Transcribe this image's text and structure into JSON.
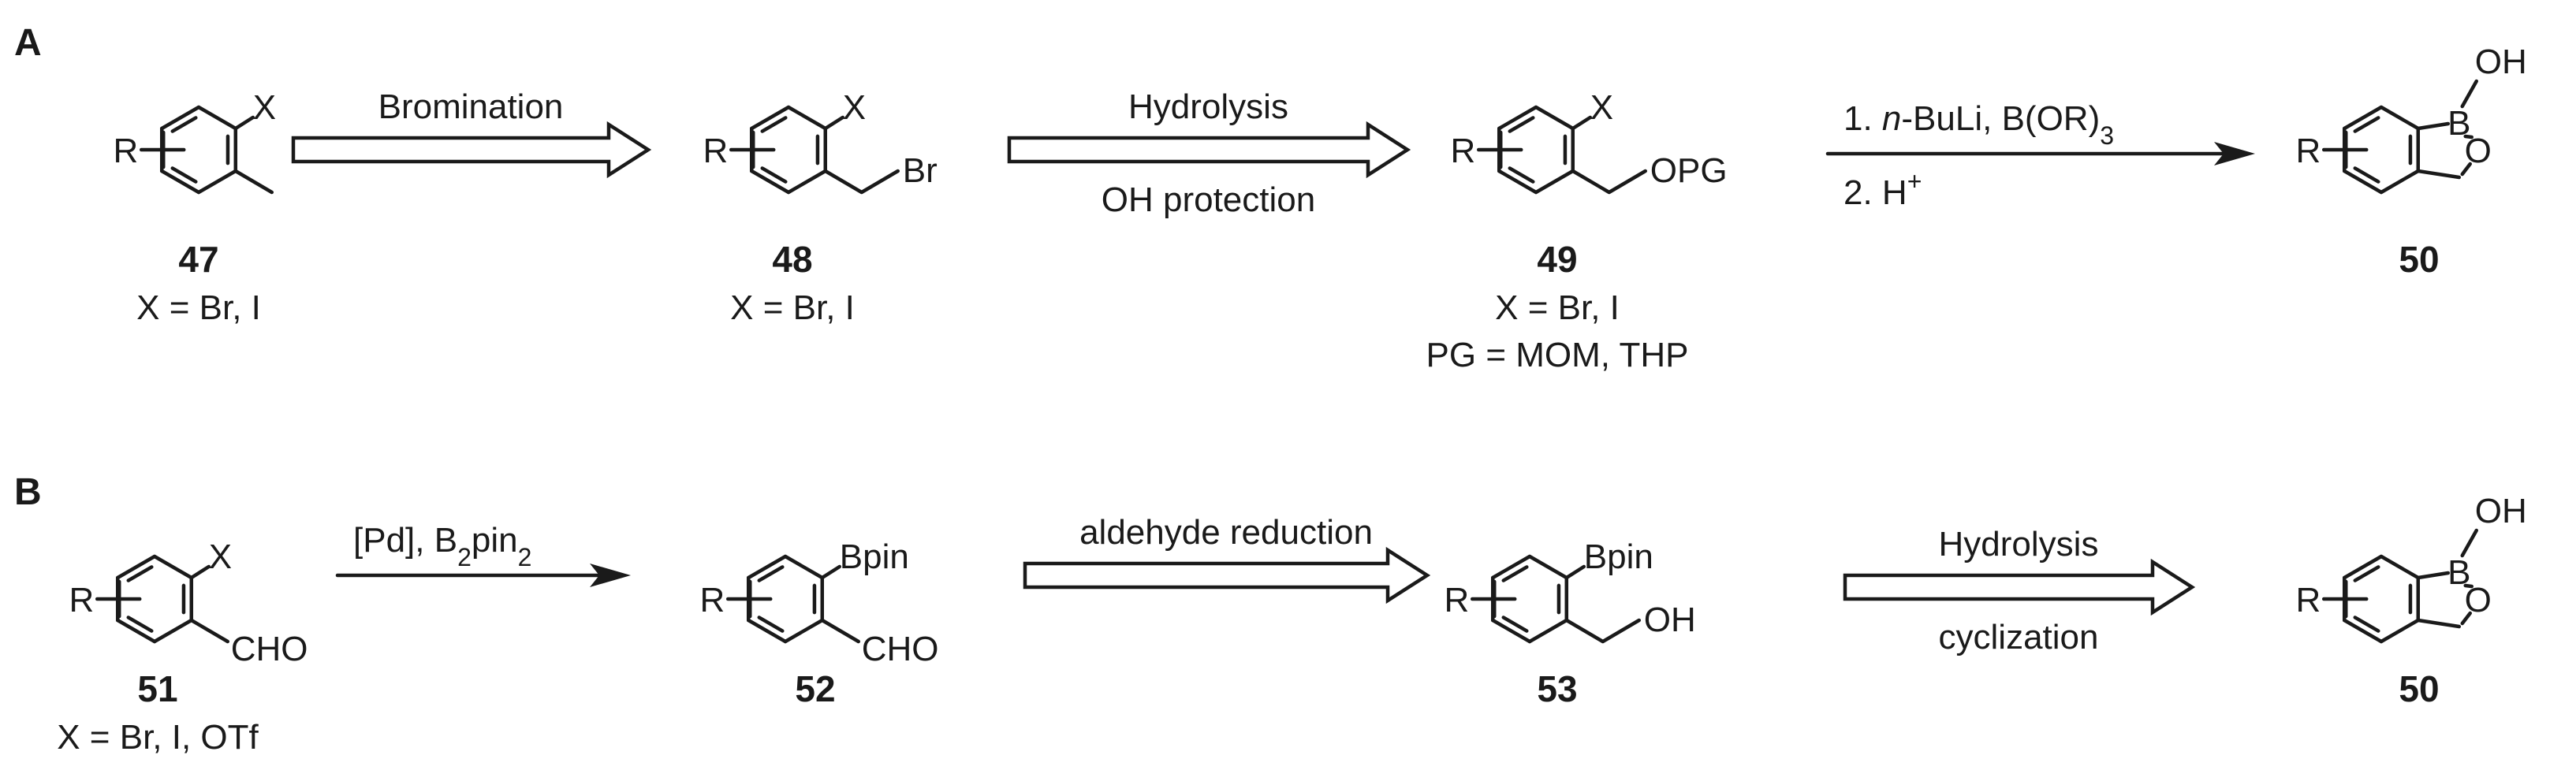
{
  "panels": [
    {
      "id": "A",
      "label": "A",
      "compounds": [
        {
          "number": "47",
          "caption_lines": [
            "X = Br, I"
          ],
          "atoms": {
            "x": "X",
            "r": "R",
            "sub": ""
          }
        },
        {
          "number": "48",
          "caption_lines": [
            "X = Br, I"
          ],
          "atoms": {
            "x": "X",
            "r": "R",
            "sub": "Br"
          }
        },
        {
          "number": "49",
          "caption_lines": [
            "X = Br, I",
            "PG = MOM, THP"
          ],
          "atoms": {
            "x": "X",
            "r": "R",
            "sub": "OPG"
          }
        },
        {
          "number": "50",
          "caption_lines": [],
          "atoms": {
            "r": "R",
            "b": "B",
            "o": "O",
            "oh": "OH"
          }
        }
      ],
      "arrows": [
        {
          "style": "hollow",
          "above": "Bromination",
          "below": ""
        },
        {
          "style": "hollow",
          "above": "Hydrolysis",
          "below": "OH protection"
        },
        {
          "style": "line",
          "above_parts": [
            {
              "t": "1. ",
              "style": "normal"
            },
            {
              "t": "n",
              "style": "italic"
            },
            {
              "t": "-BuLi, B(OR)",
              "style": "normal"
            },
            {
              "t": "3",
              "style": "sub"
            }
          ],
          "below_parts": [
            {
              "t": "2. H",
              "style": "normal"
            },
            {
              "t": "+",
              "style": "sup"
            }
          ]
        }
      ]
    },
    {
      "id": "B",
      "label": "B",
      "compounds": [
        {
          "number": "51",
          "caption_lines": [
            "X = Br, I, OTf"
          ],
          "atoms": {
            "x": "X",
            "r": "R",
            "sub": "CHO"
          }
        },
        {
          "number": "52",
          "caption_lines": [],
          "atoms": {
            "x": "Bpin",
            "r": "R",
            "sub": "CHO"
          }
        },
        {
          "number": "53",
          "caption_lines": [],
          "atoms": {
            "x": "Bpin",
            "r": "R",
            "sub": "OH"
          }
        },
        {
          "number": "50",
          "caption_lines": [],
          "atoms": {
            "r": "R",
            "b": "B",
            "o": "O",
            "oh": "OH"
          }
        }
      ],
      "arrows": [
        {
          "style": "line",
          "above_parts": [
            {
              "t": "[Pd], B",
              "style": "normal"
            },
            {
              "t": "2",
              "style": "sub"
            },
            {
              "t": "pin",
              "style": "normal"
            },
            {
              "t": "2",
              "style": "sub"
            }
          ],
          "below_parts": []
        },
        {
          "style": "hollow",
          "above": "aldehyde reduction",
          "below": ""
        },
        {
          "style": "hollow",
          "above": "Hydrolysis",
          "below": "cyclization"
        }
      ]
    }
  ]
}
